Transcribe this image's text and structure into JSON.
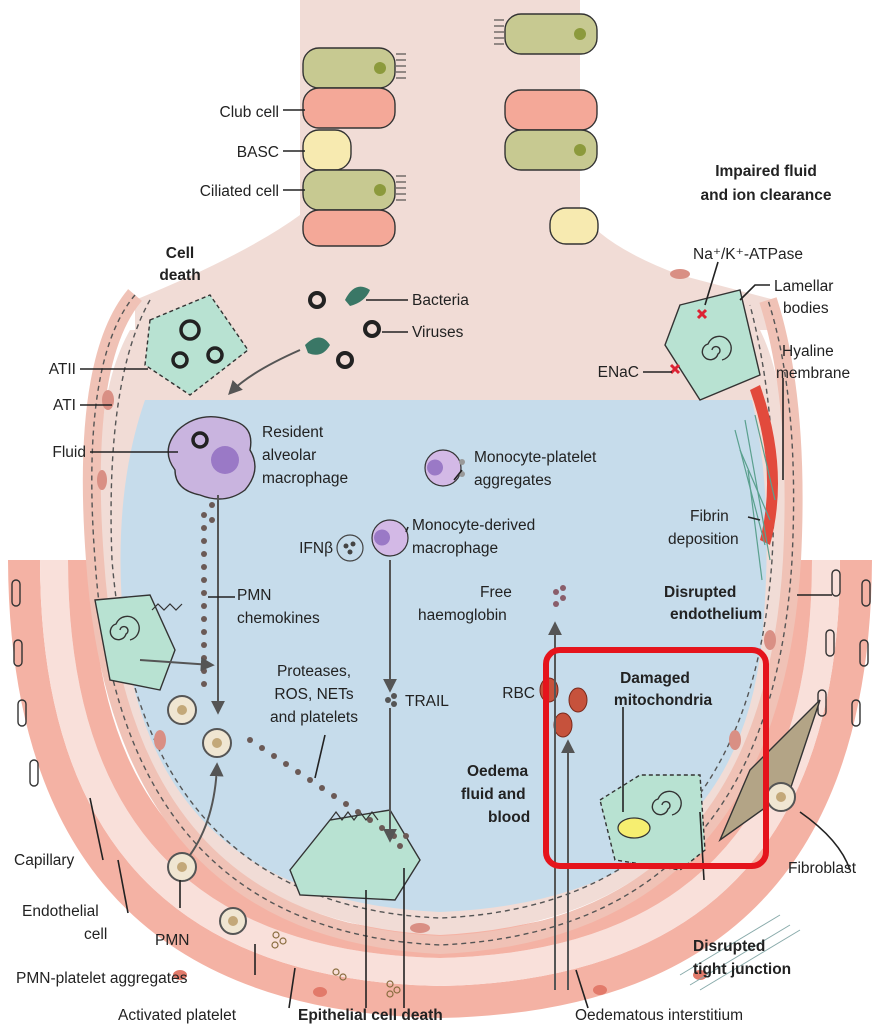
{
  "labels": {
    "club_cell": "Club cell",
    "basc": "BASC",
    "ciliated_cell": "Ciliated cell",
    "impaired_1": "Impaired fluid",
    "impaired_2": "and ion clearance",
    "cell_death_1": "Cell",
    "cell_death_2": "death",
    "na_k": "Na⁺/K⁺-ATPase",
    "lamellar_1": "Lamellar",
    "lamellar_2": "bodies",
    "bacteria": "Bacteria",
    "viruses": "Viruses",
    "enac": "ENaC",
    "hyaline_1": "Hyaline",
    "hyaline_2": "membrane",
    "atii": "ATII",
    "ati": "ATI",
    "fluid": "Fluid",
    "resident_1": "Resident",
    "resident_2": "alveolar",
    "resident_3": "macrophage",
    "mono_plt_1": "Monocyte-platelet",
    "mono_plt_2": "aggregates",
    "ifnb": "IFNβ",
    "mono_mac_1": "Monocyte-derived",
    "mono_mac_2": "macrophage",
    "fibrin_1": "Fibrin",
    "fibrin_2": "deposition",
    "pmn_chem_1": "PMN",
    "pmn_chem_2": "chemokines",
    "free_hb_1": "Free",
    "free_hb_2": "haemoglobin",
    "disrupted_endo_1": "Disrupted",
    "disrupted_endo_2": "endothelium",
    "proteases_1": "Proteases,",
    "proteases_2": "ROS, NETs",
    "proteases_3": "and platelets",
    "trail": "TRAIL",
    "rbc": "RBC",
    "damaged_1": "Damaged",
    "damaged_2": "mitochondria",
    "oedema_1": "Oedema",
    "oedema_2": "fluid and",
    "oedema_3": "blood",
    "capillary": "Capillary",
    "fibroblast": "Fibroblast",
    "endothelial_1": "Endothelial",
    "endothelial_2": "cell",
    "pmn": "PMN",
    "disrupted_tj_1": "Disrupted",
    "disrupted_tj_2": "tight junction",
    "pmn_plt": "PMN-platelet aggregates",
    "activated_plt": "Activated platelet",
    "epi_death": "Epithelial cell death",
    "oedematous": "Oedematous interstitium"
  },
  "colors": {
    "airway": "#f1dcd6",
    "alveolar_fluid": "#c6dceb",
    "club_cell": "#f4a898",
    "ciliated_cell": "#c7c991",
    "basc": "#f7eab0",
    "epithelium": "#b8e2d2",
    "endothelium": "#f0a898",
    "highlight": "#e5141c"
  }
}
